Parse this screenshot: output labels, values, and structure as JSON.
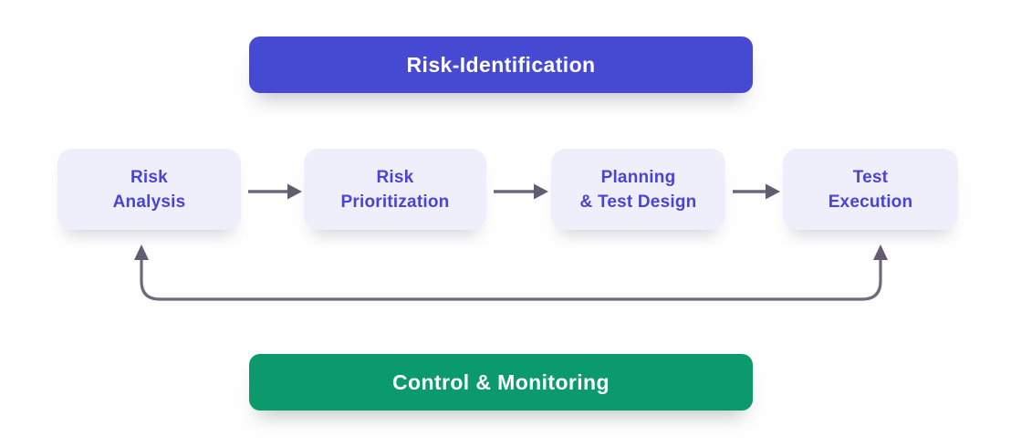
{
  "diagram": {
    "top_banner": {
      "label": "Risk-Identification"
    },
    "bottom_banner": {
      "label": "Control & Monitoring"
    },
    "steps": [
      {
        "label": "Risk\nAnalysis"
      },
      {
        "label": "Risk\nPrioritization"
      },
      {
        "label": "Planning\n& Test Design"
      },
      {
        "label": "Test\nExecution"
      }
    ],
    "colors": {
      "top_banner_bg": "#4649d1",
      "bottom_banner_bg": "#0a9a6b",
      "step_box_bg": "#efeffb",
      "step_text": "#4a43d4",
      "banner_text": "#ffffff",
      "arrow_line": "#6b6779",
      "arrow_head": "#615d6f"
    }
  }
}
